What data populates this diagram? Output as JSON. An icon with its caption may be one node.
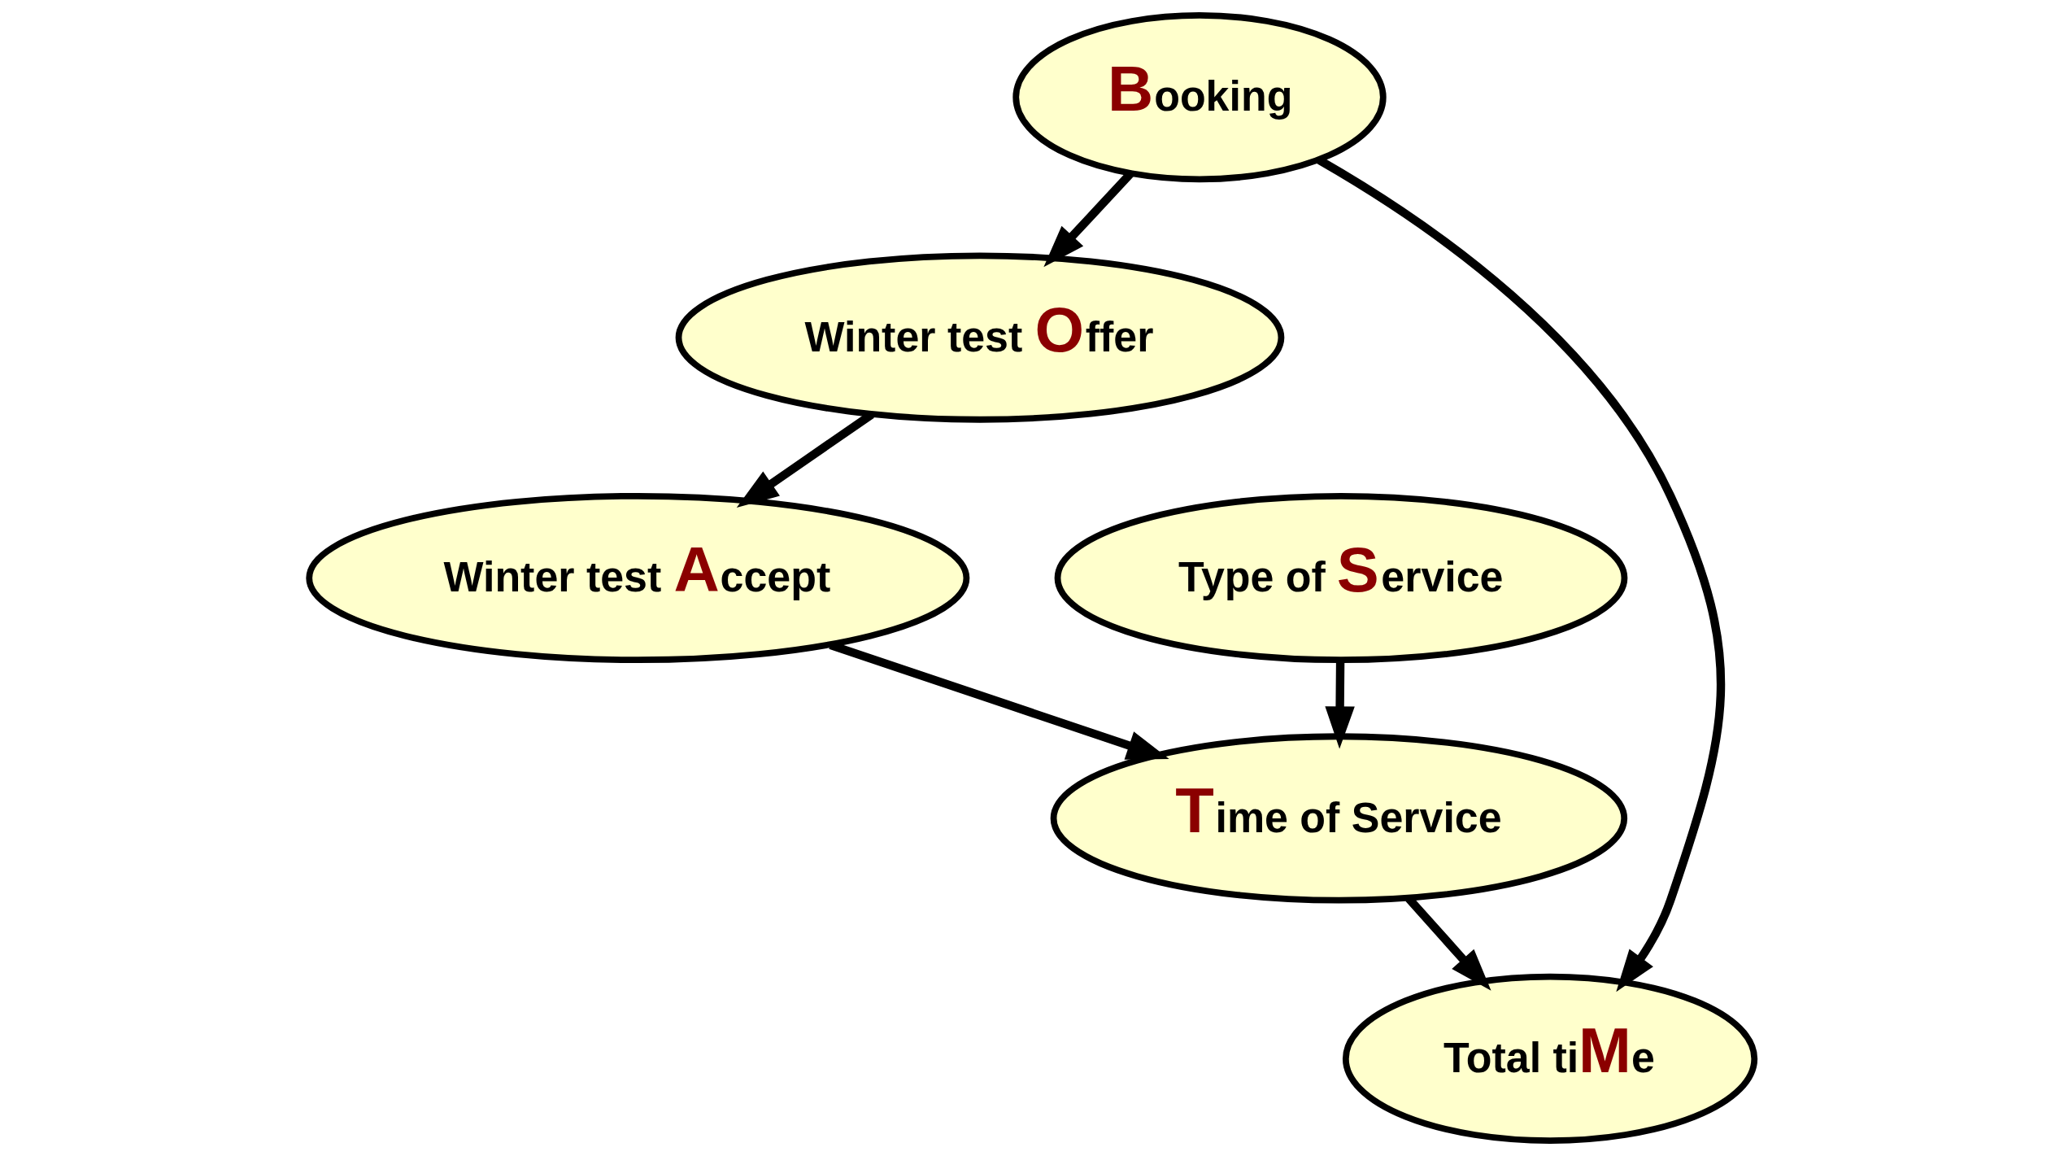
{
  "diagram": {
    "nodes": [
      {
        "text": [
          "**B**ooking"
        ]
      },
      {
        "text": [
          "Winter test **O**ffer"
        ]
      },
      {
        "text": [
          "Winter test **A**ccept"
        ]
      },
      {
        "text": [
          "Type of **S**ervice"
        ]
      },
      {
        "text": [
          "**T**ime of Service"
        ]
      },
      {
        "text": [
          "Total ti**M**e"
        ]
      }
    ],
    "edges": [
      {
        "from": 0,
        "to": 1,
        "arrow": "to"
      },
      {
        "from": 0,
        "to": 5,
        "arrow": "to"
      },
      {
        "from": 1,
        "to": 2,
        "arrow": "to"
      },
      {
        "from": 2,
        "to": 4,
        "arrow": "to"
      },
      {
        "from": 3,
        "to": 4,
        "arrow": "to"
      },
      {
        "from": 4,
        "to": 5,
        "arrow": "to"
      }
    ]
  }
}
